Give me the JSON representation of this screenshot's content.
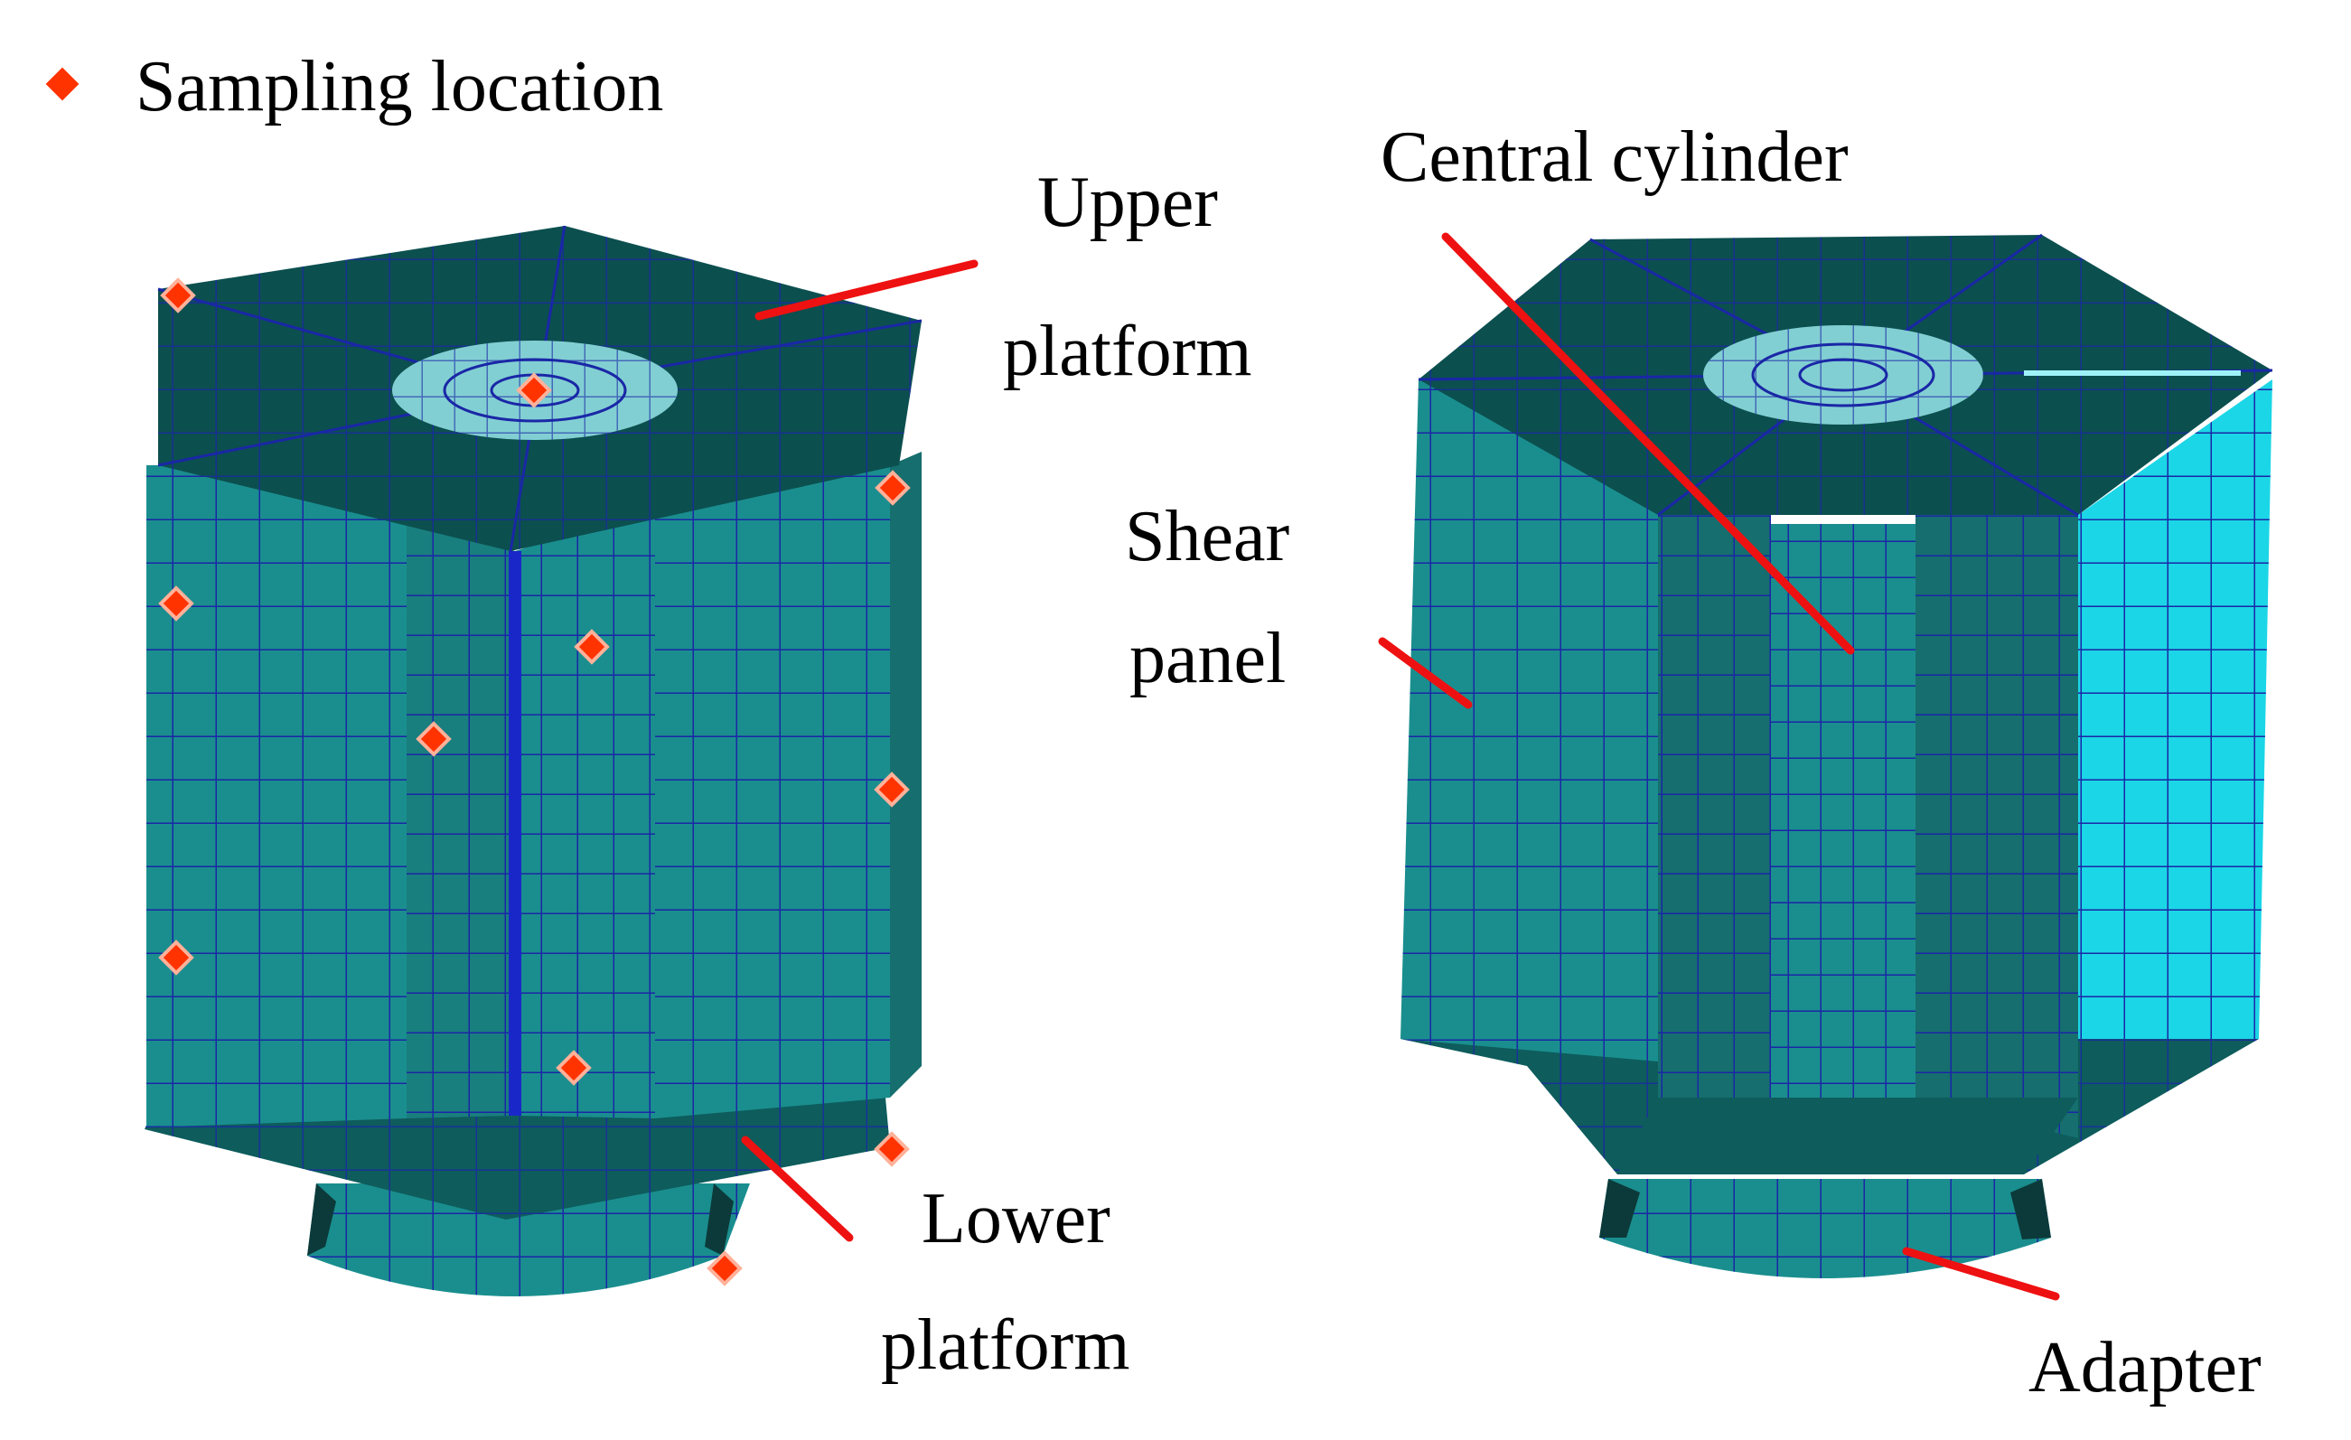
{
  "legend": {
    "marker_label": "Sampling location",
    "marker_icon": "diamond-icon",
    "marker_color": "#ff3300"
  },
  "labels": {
    "upper_1": "Upper",
    "upper_2": "platform",
    "central": "Central cylinder",
    "shear_1": "Shear",
    "shear_2": "panel",
    "lower_1": "Lower",
    "lower_2": "platform",
    "adapter": "Adapter"
  },
  "colors": {
    "panel_face": "#1a8e8e",
    "panel_dark": "#0e5656",
    "top_plate": "#0c4f4f",
    "bright_face": "#1bd6e6",
    "disc": "#82cfd3",
    "mesh_line": "#1a27a6",
    "leader": "#ee1111",
    "marker": "#ff3300"
  }
}
